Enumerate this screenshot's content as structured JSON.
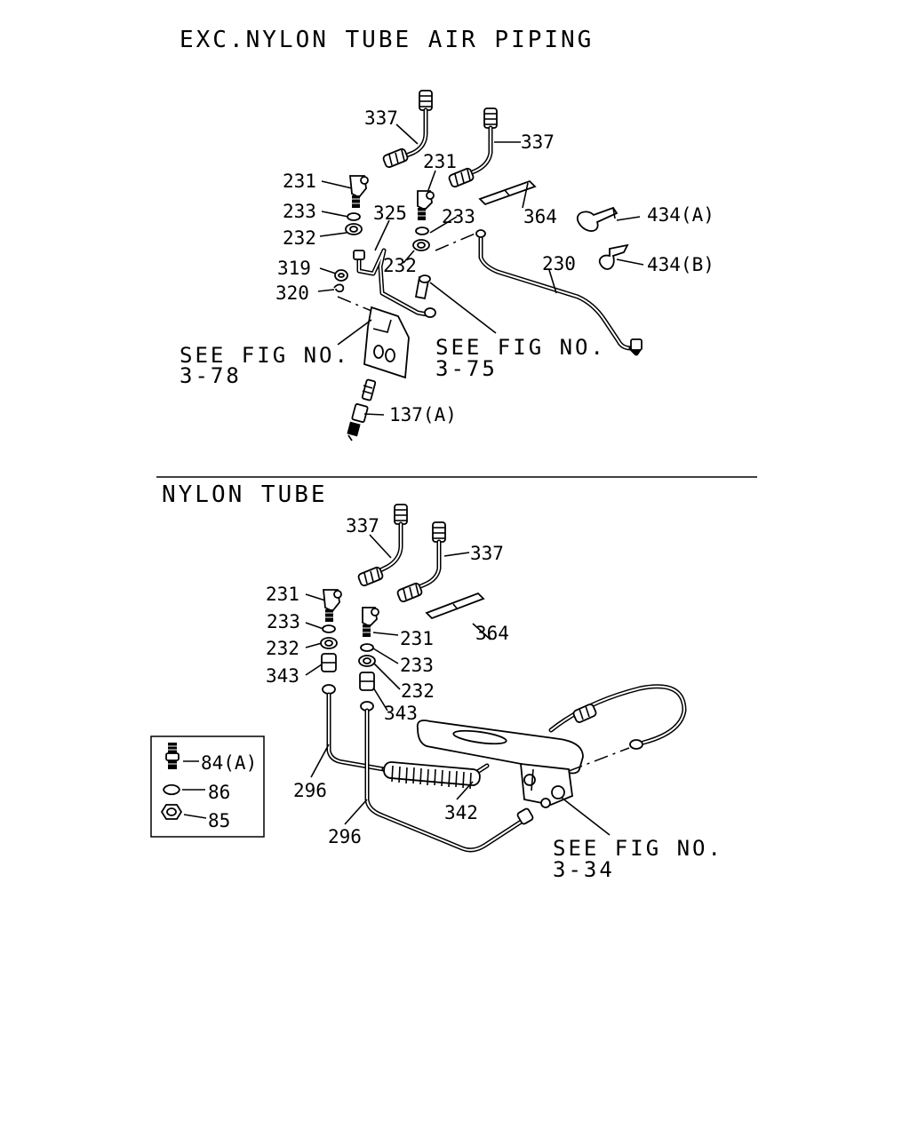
{
  "sections": {
    "top_title": "EXC.NYLON TUBE AIR PIPING",
    "bottom_title": "NYLON TUBE"
  },
  "top_labels": {
    "p337a": "337",
    "p337b": "337",
    "p231a": "231",
    "p231b": "231",
    "p233a": "233",
    "p233b": "233",
    "p325": "325",
    "p364": "364",
    "p434a": "434(A)",
    "p434b": "434(B)",
    "p232a": "232",
    "p232b": "232",
    "p230": "230",
    "p319": "319",
    "p320": "320",
    "p137a": "137(A)"
  },
  "top_refs": {
    "fig378_line1": "SEE FIG NO.",
    "fig378_line2": "3-78",
    "fig375_line1": "SEE FIG NO.",
    "fig375_line2": "3-75"
  },
  "bottom_labels": {
    "p337a": "337",
    "p337b": "337",
    "p231a": "231",
    "p231b": "231",
    "p364": "364",
    "p233a": "233",
    "p233b": "233",
    "p232a": "232",
    "p232b": "232",
    "p343a": "343",
    "p343b": "343",
    "p84a": "84(A)",
    "p86": "86",
    "p85": "85",
    "p296a": "296",
    "p296b": "296",
    "p342": "342"
  },
  "bottom_refs": {
    "fig334_line1": "SEE FIG NO.",
    "fig334_line2": "3-34"
  }
}
